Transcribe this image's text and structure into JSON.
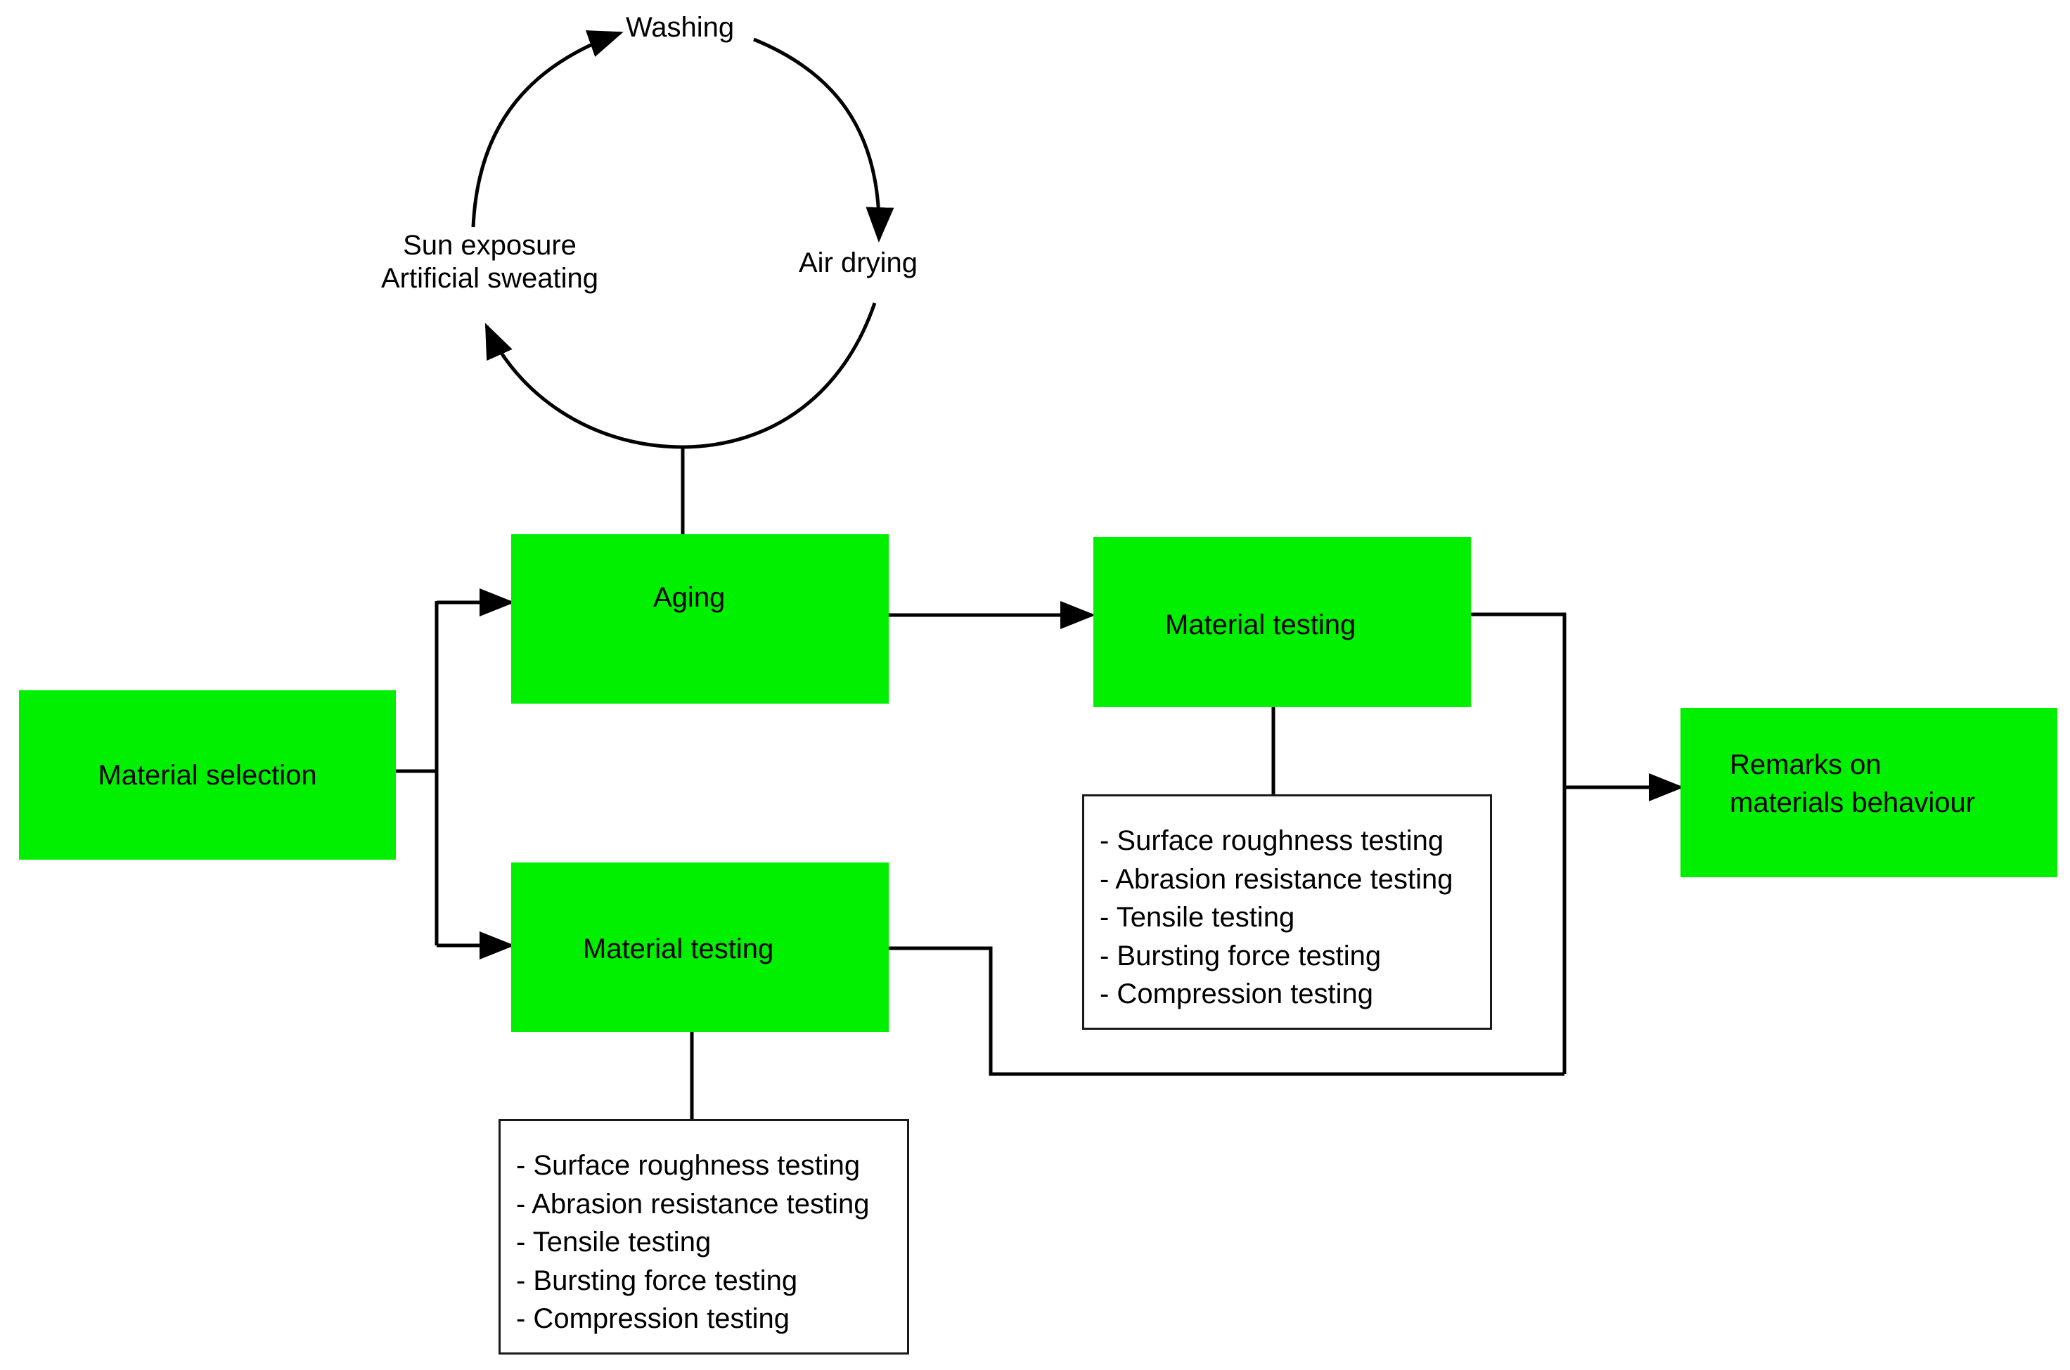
{
  "nodes": {
    "material_selection": "Material selection",
    "aging": "Aging",
    "material_testing_top": "Material testing",
    "material_testing_bottom": "Material testing",
    "remarks": [
      "Remarks on",
      "materials behaviour"
    ]
  },
  "cycle": {
    "washing": "Washing",
    "air_drying": "Air drying",
    "sun_exposure": "Sun exposure",
    "artificial_sweating": "Artificial sweating"
  },
  "test_list_top": [
    "- Surface roughness testing",
    "- Abrasion resistance testing",
    "- Tensile testing",
    "- Bursting force testing",
    "- Compression testing"
  ],
  "test_list_bottom": [
    "- Surface roughness testing",
    "- Abrasion resistance testing",
    "- Tensile testing",
    "- Bursting force testing",
    "- Compression testing"
  ],
  "colors": {
    "box_fill": "#00f000",
    "line": "#000000"
  }
}
